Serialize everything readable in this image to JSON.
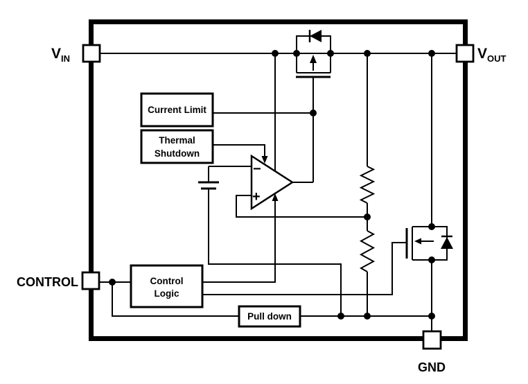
{
  "colors": {
    "ink": "#000000",
    "paper": "#ffffff"
  },
  "pins": {
    "vin": {
      "main": "V",
      "sub": "IN"
    },
    "vout": {
      "main": "V",
      "sub": "OUT"
    },
    "control": {
      "label": "CONTROL"
    },
    "gnd": {
      "label": "GND"
    }
  },
  "blocks": {
    "current_limit": {
      "label": "Current Limit"
    },
    "thermal_shutdown": {
      "line1": "Thermal",
      "line2": "Shutdown"
    },
    "control_logic": {
      "line1": "Control",
      "line2": "Logic"
    },
    "pull_down": {
      "label": "Pull down"
    }
  },
  "error_amplifier": {
    "inverting": "−",
    "noninverting": "+"
  }
}
